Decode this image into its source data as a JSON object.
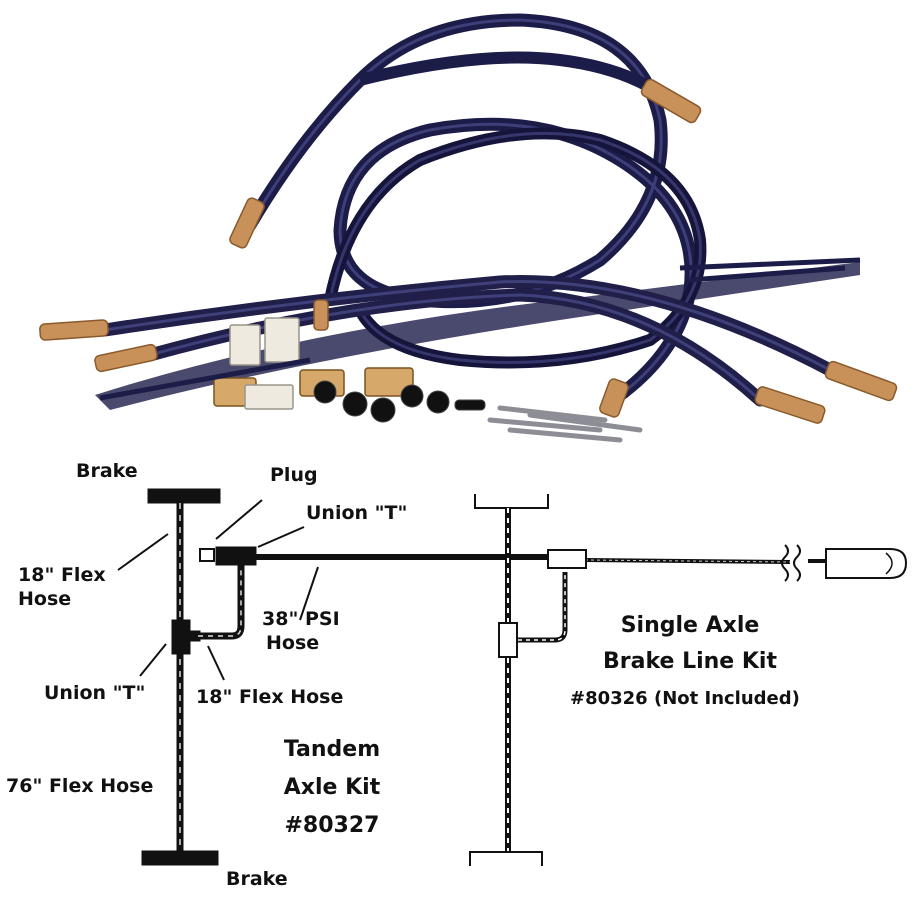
{
  "photo": {
    "alt": "Brake line kit components: flex hoses, union T fittings, clamps and screws"
  },
  "colors": {
    "hose": "#1f1f4a",
    "hose_highlight": "#4a4a8a",
    "fitting": "#c8915a",
    "fitting_dark": "#8a5a2c",
    "ink": "#111111"
  },
  "labels": {
    "brake_top": "Brake",
    "plug": "Plug",
    "union_t_top": "Union \"T\"",
    "flex18_left_line1": "18\" Flex",
    "flex18_left_line2": "Hose",
    "psi38_line1": "38\" PSI",
    "psi38_line2": "Hose",
    "union_t_left": "Union \"T\"",
    "flex18_bottom": "18\" Flex Hose",
    "flex76": "76\" Flex Hose",
    "brake_bottom": "Brake",
    "tandem_line1": "Tandem",
    "tandem_line2": "Axle Kit",
    "tandem_line3": "#80327",
    "single_line1": "Single Axle",
    "single_line2": "Brake Line Kit",
    "single_line3": "#80326 (Not Included)"
  }
}
